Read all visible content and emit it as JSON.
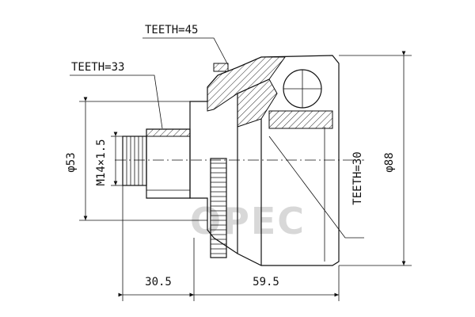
{
  "labels": {
    "teeth_outer": "TEETH=45",
    "teeth_shaft": "TEETH=33",
    "teeth_inner": "TEETH=30",
    "dim_phi53": "φ53",
    "dim_thread": "M14×1.5",
    "dim_phi88": "φ88",
    "dim_30_5": "30.5",
    "dim_59_5": "59.5"
  },
  "watermark": "OPEC",
  "colors": {
    "line": "#111111",
    "background": "#ffffff",
    "watermark": "#d8d8d8"
  }
}
